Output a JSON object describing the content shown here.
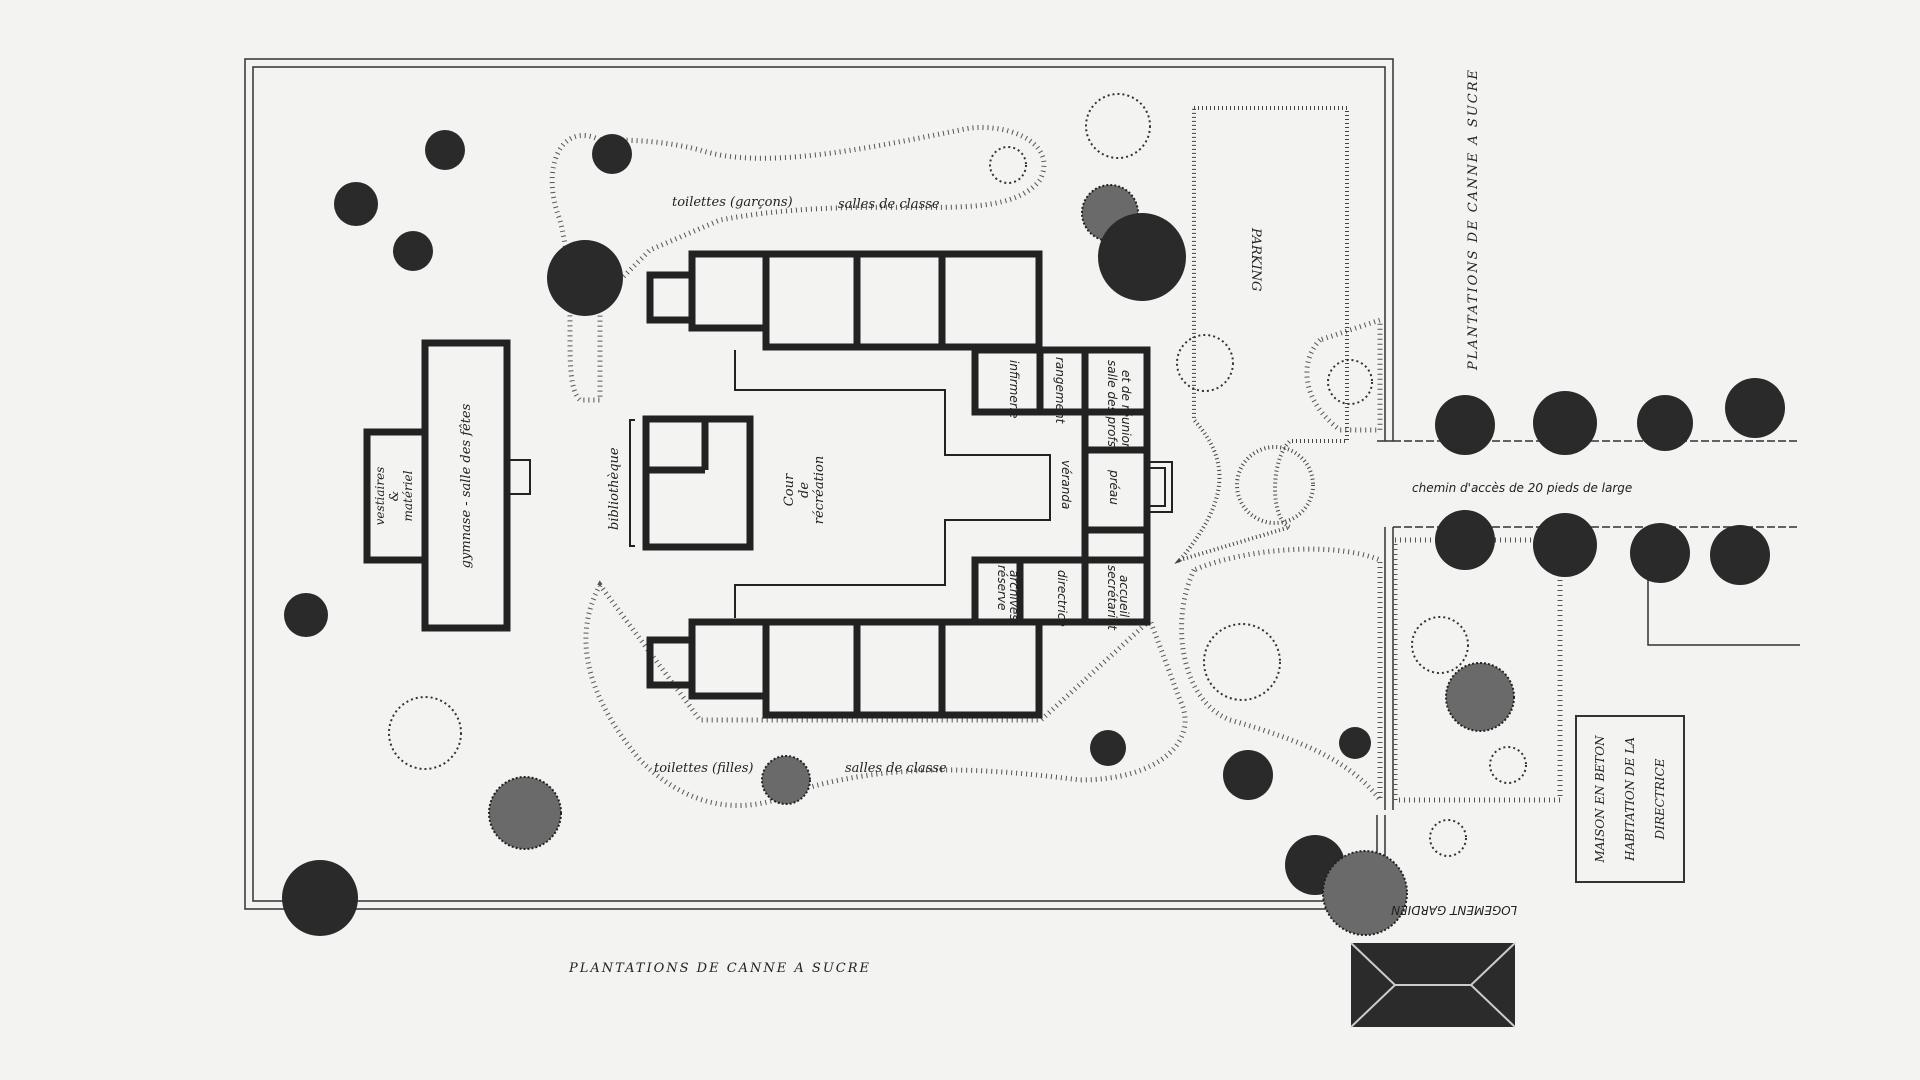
{
  "plan": {
    "labels": {
      "toilets_boys": "toilettes (garçons)",
      "classrooms_top": "salles de classe",
      "toilets_girls": "toilettes (filles)",
      "classrooms_bottom": "salles de classe",
      "library": "bibliothèque",
      "playground_1": "Cour",
      "playground_2": "de",
      "playground_3": "récréation",
      "gym": "gymnase - salle des fêtes",
      "changing_1": "vestiaires",
      "changing_2": "&",
      "changing_3": "matériel",
      "parking": "PARKING",
      "infirmary": "infirmerie",
      "storage": "rangement",
      "staff_room_1": "salle des profs",
      "staff_room_2": "et de réunion",
      "veranda": "véranda",
      "porch": "préau",
      "archives_1": "réserve",
      "archives_2": "archives",
      "director": "directrice",
      "secretariat_1": "secrétariat",
      "secretariat_2": "accueil",
      "access_road": "chemin d'accès de 20 pieds de large",
      "plantations_right": "PLANTATIONS DE CANNE A SUCRE",
      "plantations_bottom": "PLANTATIONS DE CANNE A SUCRE",
      "house_1": "MAISON EN BETON",
      "house_2": "HABITATION DE LA",
      "house_3": "DIRECTRICE",
      "caretaker": "LOGEMENT GARDIEN"
    }
  }
}
